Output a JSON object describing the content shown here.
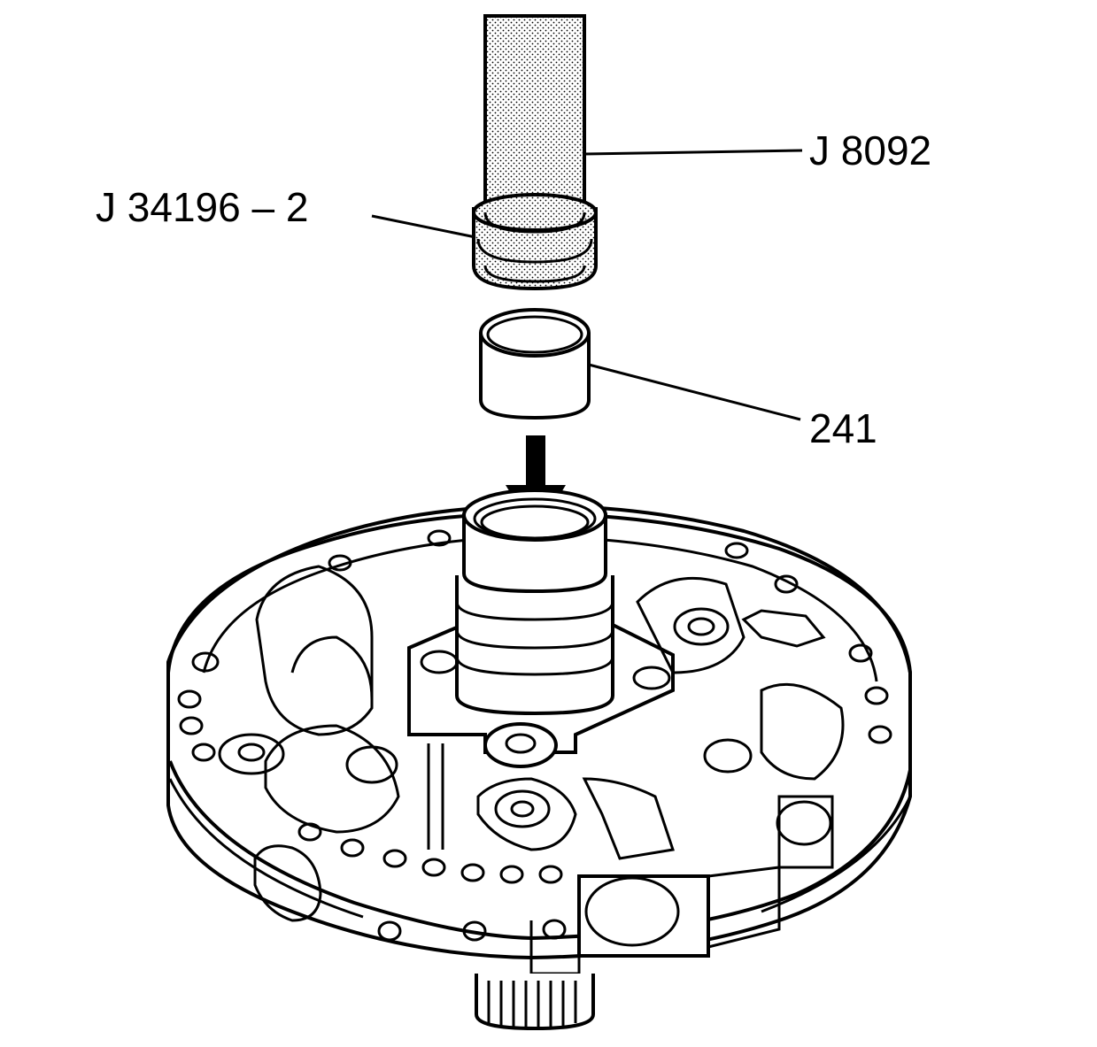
{
  "callouts": {
    "tool_driver": "J 8092",
    "tool_installer": "J 34196 – 2",
    "part": "241"
  },
  "colors": {
    "line": "#000000",
    "background": "#ffffff"
  }
}
